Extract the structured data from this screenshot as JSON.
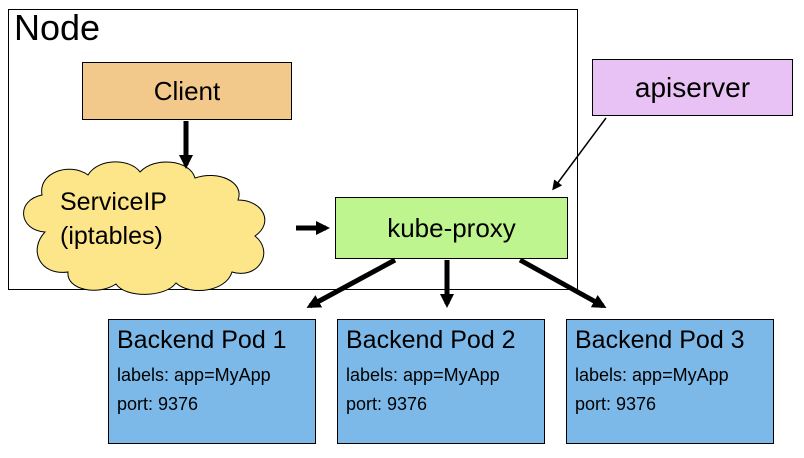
{
  "node": {
    "label": "Node"
  },
  "client": {
    "label": "Client"
  },
  "service_ip": {
    "line1": "ServiceIP",
    "line2": "(iptables)"
  },
  "kube_proxy": {
    "label": "kube-proxy"
  },
  "apiserver": {
    "label": "apiserver"
  },
  "pods": [
    {
      "title": "Backend Pod 1",
      "labels": "labels: app=MyApp",
      "port": "port: 9376"
    },
    {
      "title": "Backend Pod 2",
      "labels": "labels: app=MyApp",
      "port": "port: 9376"
    },
    {
      "title": "Backend Pod 3",
      "labels": "labels: app=MyApp",
      "port": "port: 9376"
    }
  ],
  "colors": {
    "client": "#f2c98a",
    "cloud": "#fde58a",
    "kube_proxy": "#bff58f",
    "apiserver": "#e9c2f5",
    "pod": "#7cb9e8"
  }
}
